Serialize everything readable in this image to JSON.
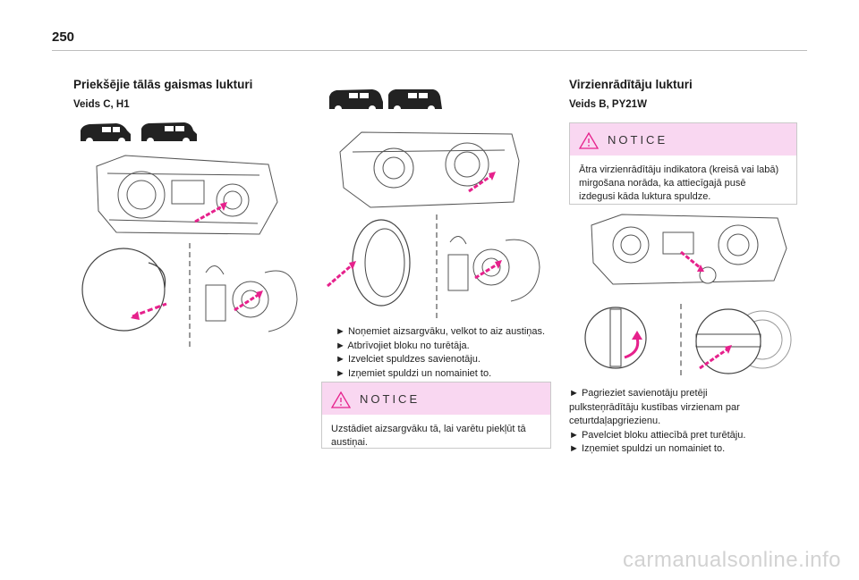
{
  "page_number": "250",
  "left": {
    "heading": "Priekšējie tālās gaismas lukturi",
    "subheading": "Veids C, H1"
  },
  "middle": {
    "steps": [
      "► Noņemiet aizsargvāku, velkot to aiz austiņas.",
      "► Atbrīvojiet bloku no turētāja.",
      "► Izvelciet spuldzes savienotāju.",
      "► Izņemiet spuldzi un nomainiet to."
    ],
    "notice": {
      "title": "NOTICE",
      "lines": [
        "Uzstādiet aizsargvāku tā, lai varētu piekļūt tā",
        "austiņai."
      ]
    }
  },
  "right": {
    "heading": "Virzienrādītāju lukturi",
    "subheading": "Veids B, PY21W",
    "notice": {
      "title": "NOTICE",
      "lines": [
        "Ātra virzienrādītāju indikatora (kreisā vai labā)",
        "mirgošana norāda, ka attiecīgajā pusē",
        "izdegusi kāda luktura spuldze."
      ]
    },
    "steps": [
      "►   Pagrieziet savienotāju pretēji",
      "pulksteņrādītāju kustības virzienam par",
      "ceturtdaļapgriezienu.",
      "► Pavelciet bloku attiecībā pret turētāju.",
      "► Izņemiet spuldzi un nomainiet to."
    ]
  },
  "watermark": "carmanualsonline.info",
  "colors": {
    "accent": "#e6218c",
    "notice_bg": "#f9d7f1",
    "line_art": "#555555"
  }
}
